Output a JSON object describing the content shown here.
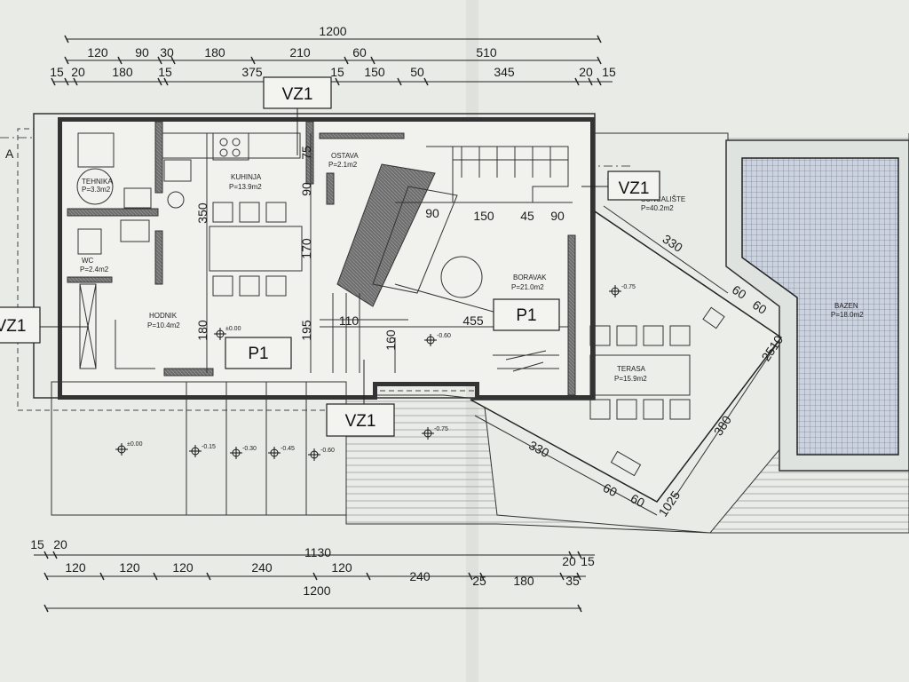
{
  "top_dims": {
    "row1": [
      "120",
      "90",
      "30",
      "180",
      "210",
      "60",
      "510"
    ],
    "total": "1200",
    "row2": [
      "15",
      "20",
      "180",
      "15",
      "375",
      "15",
      "150",
      "50",
      "345",
      "20",
      "15"
    ]
  },
  "bottom_dims": {
    "row_a": [
      "15",
      "20"
    ],
    "total_mid": "1130",
    "row_a_end": [
      "20",
      "15"
    ],
    "row_b": [
      "120",
      "120",
      "120",
      "240",
      "120",
      "240",
      "25",
      "180",
      "35"
    ],
    "total": "1200"
  },
  "section_marks": [
    "A",
    "A"
  ],
  "tags": {
    "vz1": "VZ1",
    "p1": "P1"
  },
  "rooms": {
    "tehnika": {
      "name": "TEHNIKA",
      "area": "P=3.3m2"
    },
    "kuhinja": {
      "name": "KUHINJA",
      "area": "P=13.9m2"
    },
    "ostava": {
      "name": "OSTAVA",
      "area": "P=2.1m2"
    },
    "wc": {
      "name": "WC",
      "area": "P=2.4m2"
    },
    "hodnik": {
      "name": "HODNIK",
      "area": "P=10.4m2"
    },
    "boravak": {
      "name": "BORAVAK",
      "area": "P=21.0m2"
    },
    "suncaliste": {
      "name": "SUNČALIŠTE",
      "area": "P=40.2m2"
    },
    "terasa": {
      "name": "TERASA",
      "area": "P=15.9m2"
    },
    "bazen": {
      "name": "BAZEN",
      "area": "P=18.0m2"
    }
  },
  "levels": [
    "±0.00",
    "-0.60",
    "-0.75",
    "±0.00",
    "-0.15",
    "-0.30",
    "-0.45",
    "-0.60",
    "-0.75"
  ],
  "inner_dims": {
    "k350": "350",
    "k75": "75",
    "k90": "90",
    "k170": "170",
    "k195": "195",
    "h180": "180",
    "b90": "90",
    "b150": "150",
    "b45": "45",
    "b90b": "90",
    "b110": "110",
    "b455": "455",
    "b160": "160",
    "t330": "330",
    "t60a": "60",
    "t60b": "60",
    "t2510": "2510",
    "t380": "380",
    "s330": "330",
    "s60a": "60",
    "s60b": "60",
    "s1025": "1025"
  }
}
